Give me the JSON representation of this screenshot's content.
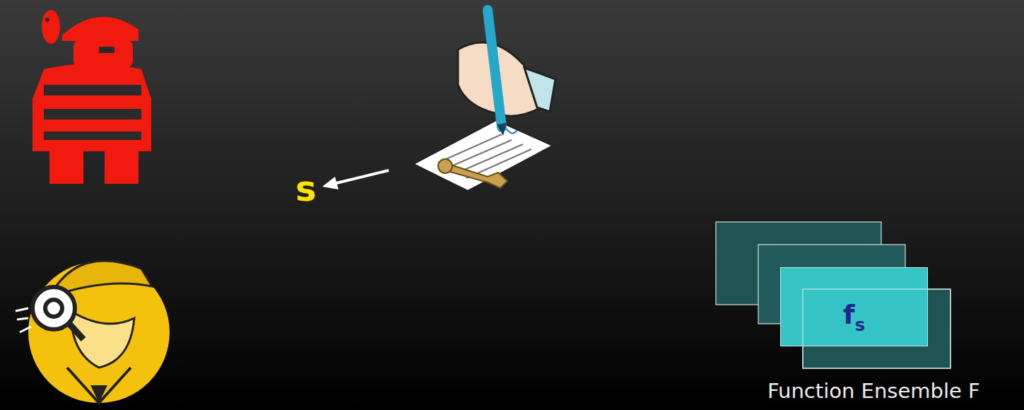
{
  "diagram": {
    "nodes": [
      {
        "text": [
          "f",
          "s"
        ]
      }
    ],
    "labels": [
      "s",
      "Function Ensemble F"
    ]
  }
}
